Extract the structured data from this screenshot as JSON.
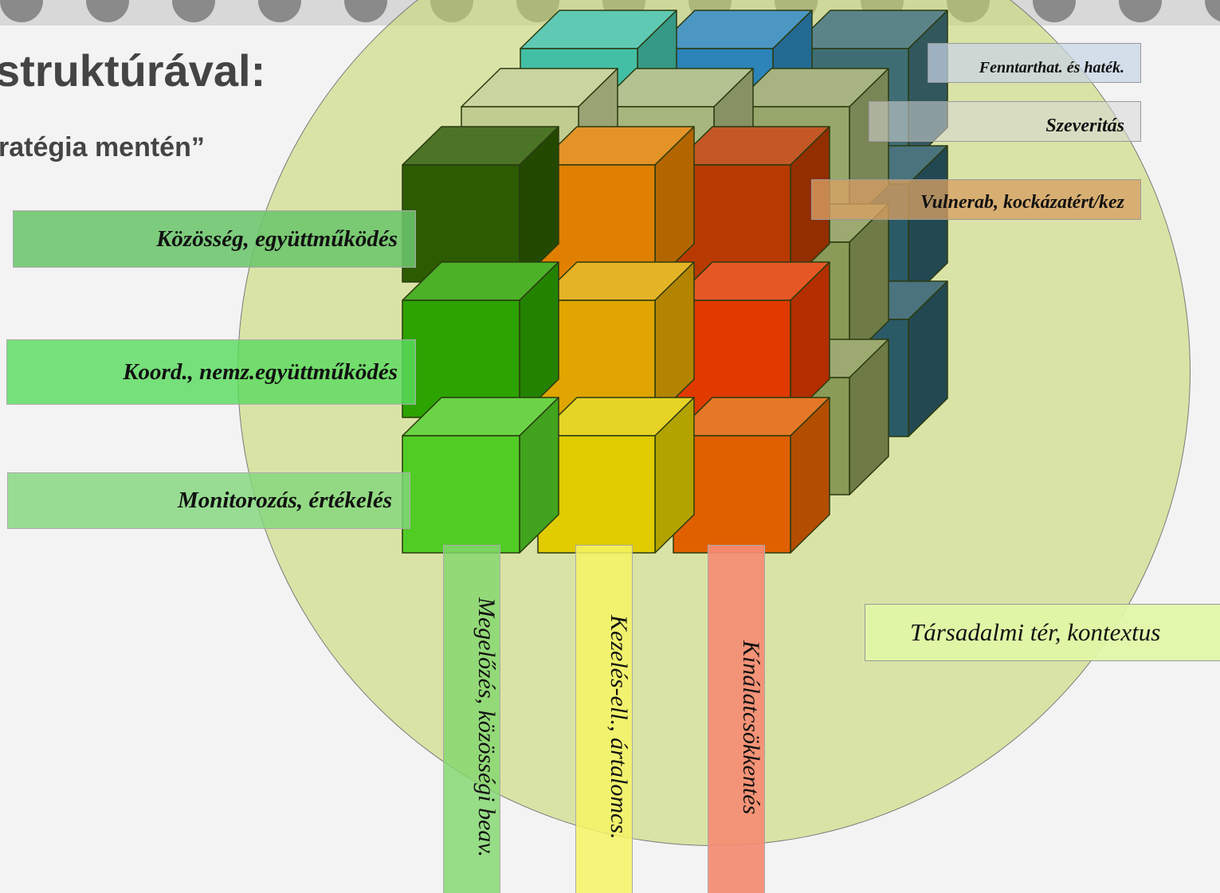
{
  "title": "struktúrával:",
  "subtitle": "ratégia mentén”",
  "row_labels": [
    {
      "text": "Közösség, együttműködés",
      "color": "#6cc56c"
    },
    {
      "text": "Koord., nemz.együttműködés",
      "color": "#66dd6a"
    },
    {
      "text": "Monitorozás, értékelés",
      "color": "#8fdb8a"
    }
  ],
  "column_labels": [
    {
      "text": "Megelőzés, közösségi beav.",
      "color": "#8fd97a"
    },
    {
      "text": "Kezelés-ell., ártalomcs.",
      "color": "#f7f56f"
    },
    {
      "text": "Kínálatcsökkentés",
      "color": "#f6937a"
    }
  ],
  "depth_labels": [
    {
      "text": "Fenntarthat. és haték.",
      "color": "#ccd6e6"
    },
    {
      "text": "Szeveritás",
      "color": "#d9d9d9"
    },
    {
      "text": "Vulnerab, kockázatért/kez",
      "color": "#d7a46a"
    }
  ],
  "context_label": {
    "text": "Társadalmi tér, kontextus",
    "color": "#e1f7a6"
  },
  "colors": {
    "front": [
      [
        "#2c5b00",
        "#e08000",
        "#b83a00"
      ],
      [
        "#2ca300",
        "#e0a500",
        "#e03a00"
      ],
      [
        "#51cc25",
        "#e0cc00",
        "#e06000"
      ]
    ],
    "middle_top": [
      "#c0cc90",
      "#a7b67d",
      "#97a76b"
    ],
    "middle_side": "#8a9a57",
    "back_top": [
      "#43bfa6",
      "#2c84b8",
      "#3e6e74"
    ],
    "back_side": "#2a5a66"
  }
}
